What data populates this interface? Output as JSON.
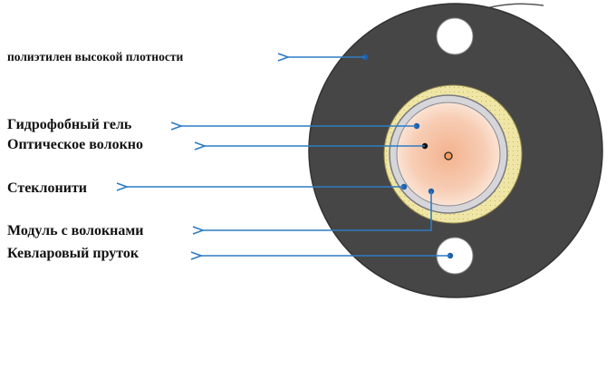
{
  "labels": {
    "hdpe": "полиэтилен высокой плотности",
    "gel": "Гидрофобный гель",
    "fiber": "Оптическое волокно",
    "yarn": "Стеклонити",
    "module": "Модуль с волокнами",
    "kevlar": "Кевларовый пруток"
  },
  "colors": {
    "arrow": "#2f7cc4",
    "sheath": "#464646",
    "yarn_layer": "#efe6a6",
    "module_ring": "#d6d6da",
    "gel_core": "#f0b99a",
    "rod": "#ffffff"
  }
}
